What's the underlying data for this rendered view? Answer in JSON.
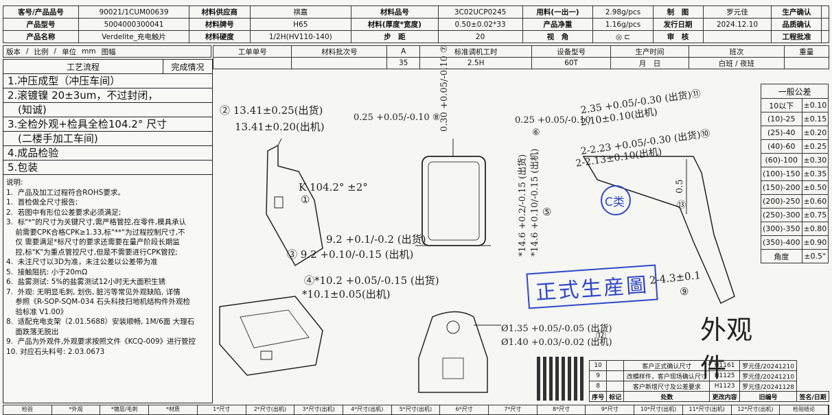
{
  "header_rows": [
    [
      "客号/产品品号",
      "90021/1CUM00639",
      "材料供应商",
      "祺嘉",
      "材料品号",
      "3C02UCP0245",
      "用料(一出一)",
      "2.98g/pcs",
      "制　图",
      "罗元佳",
      "生产确认",
      ""
    ],
    [
      "产品型号",
      "5004000300041",
      "材料牌号",
      "H65",
      "材料(厚度*宽度)",
      "0.50±0.02*33",
      "产品净重",
      "1.16g/pcs",
      "发行日期",
      "2024.12.10",
      "品质确认",
      ""
    ],
    [
      "产品名称",
      "Verdelite_充电触片",
      "材料硬度",
      "1/2H(HV110-140)",
      "步　距",
      "20",
      "视　角",
      "◎ ⊏",
      "审　核",
      "",
      "工程批准",
      ""
    ]
  ],
  "version_row": {
    "version": "版本",
    "version_val": "/",
    "scale": "比例",
    "scale_val": "/",
    "unit": "单位",
    "unit_val": "mm",
    "sheet": "图幅"
  },
  "order_table": {
    "headers": [
      "工单单号",
      "材料批次号",
      "A",
      "标准调机工时",
      "设备型号",
      "生产时间",
      "班次",
      "重量"
    ],
    "values": [
      "",
      "",
      "35",
      "2.5H",
      "60T",
      "月　日",
      "白班 / 夜班",
      ""
    ]
  },
  "process": {
    "title": "工艺流程",
    "status": "完成情况",
    "steps": [
      "1.冲压成型（冲压车间）",
      "2.滚镀镍 20±3um，不过封闭，",
      "　(知诚)",
      "3.全检外观+检具全检104.2° 尺寸",
      "　(二楼手加工车间)",
      "4.成品检验",
      "5.包装"
    ]
  },
  "notes": [
    "说明:",
    "1.  产品及加工过程符合ROHS要求。",
    "1.  首检做全尺寸报告;",
    "2.  若图中有形位公差要求必须满足;",
    "3.  标\"*\"的尺寸为关键尺寸,需严格管控,在零件,模具承认",
    "    前需要CPK合格CPK≥1.33,标\"**\"为过程控制尺寸,不",
    "    仅 需要满足*标尺寸的要求还需要在量产阶段长期监",
    "    控,标\"K\"为重点管控尺寸,但是不需要进行CPK管控;",
    "4.  未注尺寸以3D为准，未注公差以公差带为准",
    "5.  接触阻抗: 小于20mΩ",
    "6.  盐雾测试: 5%的盐雾测试12小时无大面积生锈",
    "7.  外观: 无明显毛刺, 划伤, 脏污等常见外观缺陷, 详情",
    "    参照《R-SOP-SQM-034 石头科技扫地机结构件外观检",
    "    验标准 V1.00》",
    "8.  适配充电支架（2.01.5688）安装顺畅, 1M/6面 大理石",
    "    面跌落无脱出",
    "9.  产品为外观件,外观要求按照文件《KCQ-009》进行管控",
    "10. 对应石头料号: 2.03.0673"
  ],
  "dimensions": {
    "d2": "② 13.41±0.25(出货)",
    "d2b": "13.41±0.20(出机)",
    "d8": "0.25 +0.05/-0.10 ⑧",
    "d7": "0.30 +0.05/-0.10 ⑦",
    "d6": "0.25 +0.05/-0.10",
    "d6n": "⑥",
    "d11a": "2.35 +0.05/-0.30 (出货)⑪",
    "d11b": "2.10±0.10(出机)",
    "d10a": "2-2.23 +0.05/-0.30 (出货)⑩",
    "d10b": "2-2.13±0.10(出机)",
    "angle": "K 104.2° ±2°",
    "angle_n": "①",
    "d5a": "*14.6 +0.2/-0.15 (出货)",
    "d5b": "*14.6 +0.10/-0.15 (出机)",
    "d5n": "⑤",
    "d13": "0.5",
    "d13n": "⑬",
    "d3a": "9.2 +0.1/-0.2 (出货)",
    "d3b": "③ 9.2 +0.10/-0.15 (出机)",
    "d4a": "④*10.2 +0.05/-0.15 (出货)",
    "d4b": "*10.1±0.05(出机)",
    "d9": "2-4.3±0.1",
    "d9n": "⑨",
    "d12a": "Ø1.35 +0.05/-0.05 (出货)",
    "d12b": "Ø1.40 +0.03/-0.02 (出机)",
    "d12n": "⑫"
  },
  "class_mark": "C类",
  "stamp": "正式生産圖",
  "appearance": "外观件",
  "tolerance": {
    "title": "一般公差",
    "rows": [
      [
        "10以下",
        "±0.10"
      ],
      [
        "(10)-25",
        "±0.15"
      ],
      [
        "(25)-40",
        "±0.20"
      ],
      [
        "(40)-60",
        "±0.25"
      ],
      [
        "(60)-100",
        "±0.30"
      ],
      [
        "(100)-150",
        "±0.35"
      ],
      [
        "(150)-200",
        "±0.50"
      ],
      [
        "(200)-250",
        "±0.60"
      ],
      [
        "(250)-300",
        "±0.75"
      ],
      [
        "(300)-350",
        "±0.80"
      ],
      [
        "(350)-400",
        "±0.90"
      ],
      [
        "角度",
        "±0.5°"
      ]
    ]
  },
  "revisions": {
    "rows": [
      [
        "10",
        "",
        "客户正式确认尺寸",
        "H1161",
        "罗元佳/20241210"
      ],
      [
        "9",
        "",
        "改模样件，客户现场确认尺寸",
        "H1125",
        "罗元佳/20241210"
      ],
      [
        "8",
        "",
        "客户新增尺寸及公差要求",
        "H1123",
        "罗元佳/20241128"
      ]
    ],
    "header": [
      "序号",
      "标记",
      "处数",
      "更改内容",
      "旧编号",
      "签名/日期"
    ]
  },
  "bottom_strip": [
    "检验",
    "*外观",
    "*镀层/毛刺",
    "*材质",
    "1*尺寸",
    "2*尺寸(出机)",
    "3*尺寸(出机)",
    "4*尺寸(出机)",
    "5*尺寸(出机)",
    "6*尺寸",
    "7*尺寸",
    "8*尺寸",
    "9*尺寸",
    "10*尺寸(出机)",
    "11*尺寸(出机)",
    "12*尺寸(出机)",
    "检验结论"
  ]
}
